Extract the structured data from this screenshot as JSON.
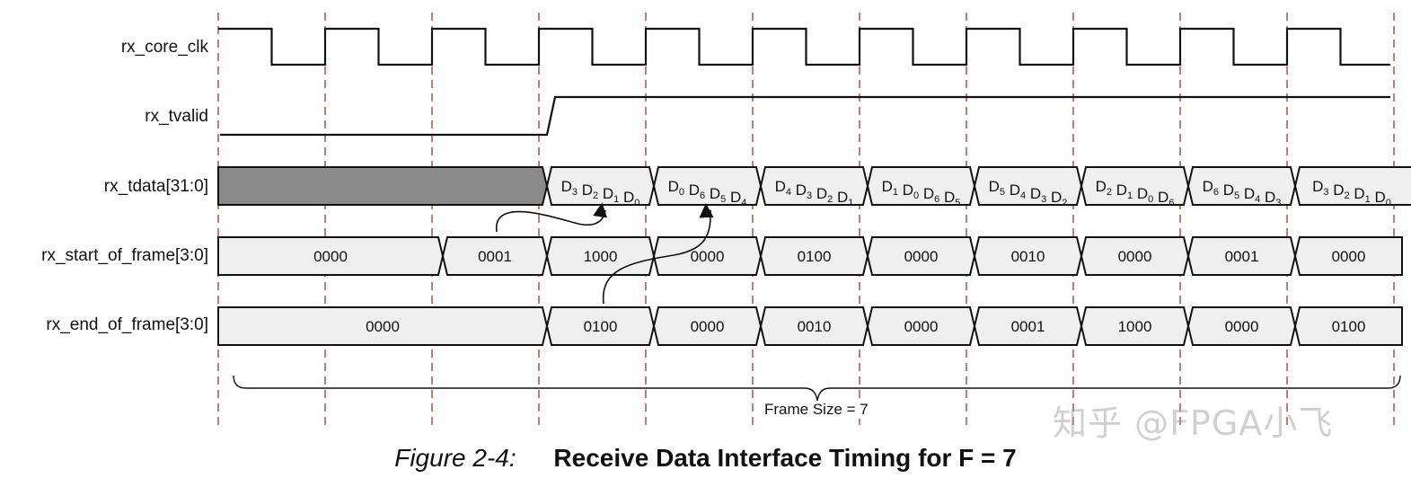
{
  "signals": [
    {
      "id": "clk",
      "label": "rx_core_clk"
    },
    {
      "id": "tvalid",
      "label": "rx_tvalid"
    },
    {
      "id": "tdata",
      "label": "rx_tdata[31:0]"
    },
    {
      "id": "sof",
      "label": "rx_start_of_frame[3:0]"
    },
    {
      "id": "eof",
      "label": "rx_end_of_frame[3:0]"
    }
  ],
  "tdata_cells": [
    [
      "3",
      "2",
      "1",
      "0"
    ],
    [
      "0",
      "6",
      "5",
      "4"
    ],
    [
      "4",
      "3",
      "2",
      "1"
    ],
    [
      "1",
      "0",
      "6",
      "5"
    ],
    [
      "5",
      "4",
      "3",
      "2"
    ],
    [
      "2",
      "1",
      "0",
      "6"
    ],
    [
      "6",
      "5",
      "4",
      "3"
    ],
    [
      "3",
      "2",
      "1",
      "0"
    ]
  ],
  "tdata_letter": "D",
  "sof_cells": [
    "0000",
    "0001",
    "1000",
    "0000",
    "0100",
    "0000",
    "0010",
    "0000",
    "0001",
    "0000"
  ],
  "eof_cells": [
    "0000",
    "0100",
    "0000",
    "0010",
    "0000",
    "0001",
    "1000",
    "0000",
    "0100"
  ],
  "frame_label": "Frame Size = 7",
  "watermark": "知乎 @FPGA小飞",
  "caption": {
    "number": "Figure 2-4:",
    "title": "Receive Data Interface Timing for F = 7"
  },
  "colors": {
    "line": "#111111",
    "bus_fill": "#efefef",
    "invalid_fill": "#8a8a8a",
    "gridline": "#a0352e"
  }
}
